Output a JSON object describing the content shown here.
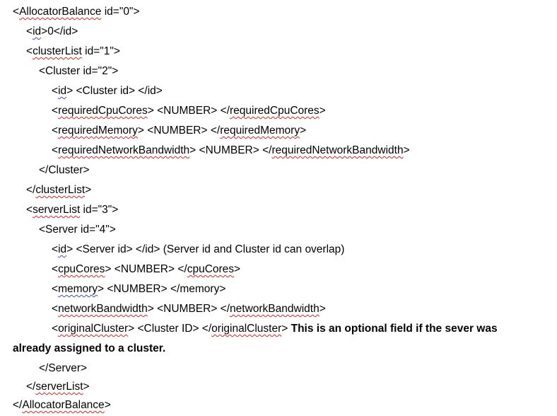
{
  "lines": [
    {
      "parts": [
        {
          "t": "<",
          "s": ""
        },
        {
          "t": "AllocatorBalance",
          "s": "sq"
        },
        {
          "t": " id=\"0\">",
          "s": ""
        }
      ]
    },
    {
      "parts": [
        {
          "t": "<",
          "s": ""
        },
        {
          "t": "id",
          "s": "sqb"
        },
        {
          "t": ">0</id>",
          "s": ""
        }
      ]
    },
    {
      "parts": [
        {
          "t": "<",
          "s": ""
        },
        {
          "t": "clusterList",
          "s": "sq"
        },
        {
          "t": " id=\"1\">",
          "s": ""
        }
      ]
    },
    {
      "parts": [
        {
          "t": "<Cluster id=\"2\">",
          "s": ""
        }
      ]
    },
    {
      "parts": [
        {
          "t": "<",
          "s": ""
        },
        {
          "t": "id",
          "s": "sqb"
        },
        {
          "t": "> <Cluster id> </id>",
          "s": ""
        }
      ]
    },
    {
      "parts": [
        {
          "t": "<",
          "s": ""
        },
        {
          "t": "requiredCpuCores",
          "s": "sq"
        },
        {
          "t": "> <NUMBER> </",
          "s": ""
        },
        {
          "t": "requiredCpuCores",
          "s": "sq"
        },
        {
          "t": ">",
          "s": ""
        }
      ]
    },
    {
      "parts": [
        {
          "t": "<",
          "s": ""
        },
        {
          "t": "requiredMemory",
          "s": "sq"
        },
        {
          "t": "> <NUMBER> </",
          "s": ""
        },
        {
          "t": "requiredMemory",
          "s": "sq"
        },
        {
          "t": ">",
          "s": ""
        }
      ]
    },
    {
      "parts": [
        {
          "t": "<",
          "s": ""
        },
        {
          "t": "requiredNetworkBandwidth",
          "s": "sq"
        },
        {
          "t": "> <NUMBER> </",
          "s": ""
        },
        {
          "t": "requiredNetworkBandwidth",
          "s": "sq"
        },
        {
          "t": ">",
          "s": ""
        }
      ]
    },
    {
      "parts": [
        {
          "t": "</Cluster>",
          "s": ""
        }
      ]
    },
    {
      "parts": [
        {
          "t": "</",
          "s": ""
        },
        {
          "t": "clusterList",
          "s": "sq"
        },
        {
          "t": ">",
          "s": ""
        }
      ]
    },
    {
      "parts": [
        {
          "t": "<",
          "s": ""
        },
        {
          "t": "serverList",
          "s": "sq"
        },
        {
          "t": " id=\"3\">",
          "s": ""
        }
      ]
    },
    {
      "parts": [
        {
          "t": "<Server id=\"4\">",
          "s": ""
        }
      ]
    },
    {
      "parts": [
        {
          "t": "<",
          "s": ""
        },
        {
          "t": "id",
          "s": "sqb"
        },
        {
          "t": "> <Server id> </id> (Server id and Cluster id can overlap)",
          "s": ""
        }
      ]
    },
    {
      "parts": [
        {
          "t": "<",
          "s": ""
        },
        {
          "t": "cpuCores",
          "s": "sq"
        },
        {
          "t": "> <NUMBER> </",
          "s": ""
        },
        {
          "t": "cpuCores",
          "s": "sq"
        },
        {
          "t": ">",
          "s": ""
        }
      ]
    },
    {
      "parts": [
        {
          "t": "<",
          "s": ""
        },
        {
          "t": "memory",
          "s": "sqb"
        },
        {
          "t": "> <NUMBER> </memory>",
          "s": ""
        }
      ]
    },
    {
      "parts": [
        {
          "t": "<",
          "s": ""
        },
        {
          "t": "networkBandwidth",
          "s": "sq"
        },
        {
          "t": "> <NUMBER> </",
          "s": ""
        },
        {
          "t": "networkBandwidth",
          "s": "sq"
        },
        {
          "t": ">",
          "s": ""
        }
      ]
    },
    {
      "parts": [
        {
          "t": "<",
          "s": ""
        },
        {
          "t": "originalCluster",
          "s": "sq"
        },
        {
          "t": "> <Cluster ID> </",
          "s": ""
        },
        {
          "t": "originalCluster",
          "s": "sq"
        },
        {
          "t": "> ",
          "s": ""
        },
        {
          "t": "This is an optional field if the sever was",
          "s": "bold"
        }
      ]
    },
    {
      "parts": [
        {
          "t": "already assigned to a cluster.",
          "s": "bold"
        }
      ]
    },
    {
      "parts": [
        {
          "t": "</Server>",
          "s": ""
        }
      ]
    },
    {
      "parts": [
        {
          "t": "</",
          "s": ""
        },
        {
          "t": "serverList",
          "s": "sq"
        },
        {
          "t": ">",
          "s": ""
        }
      ]
    },
    {
      "parts": [
        {
          "t": "</",
          "s": ""
        },
        {
          "t": "AllocatorBalance",
          "s": "sq"
        },
        {
          "t": ">",
          "s": ""
        }
      ]
    }
  ]
}
